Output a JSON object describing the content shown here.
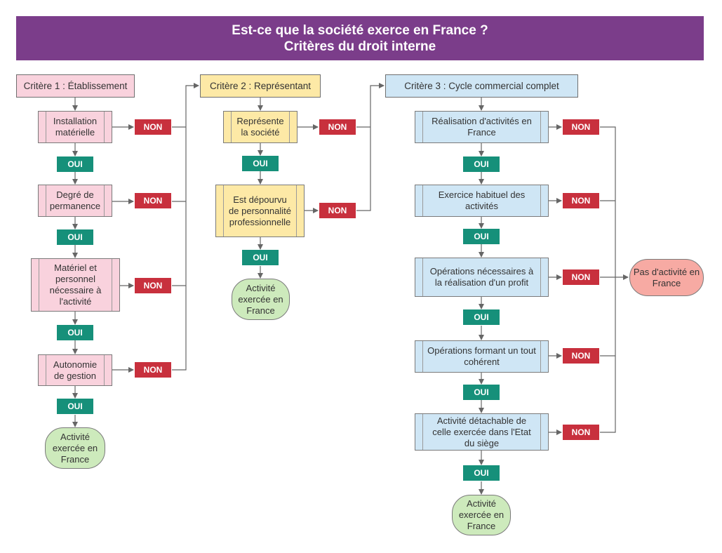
{
  "title": {
    "line1": "Est-ce que la société exerce en France ?",
    "line2": "Critères du droit interne"
  },
  "criteria": {
    "c1": {
      "header": "Critère 1 : Établissement",
      "steps": [
        "Installation matérielle",
        "Degré de permanence",
        "Matériel et personnel nécessaire à l'activité",
        "Autonomie de gestion"
      ],
      "result": "Activité exercée en France"
    },
    "c2": {
      "header": "Critère 2 : Représentant",
      "steps": [
        "Représente la société",
        "Est dépourvu de personnalité professionnelle"
      ],
      "result": "Activité exercée en France"
    },
    "c3": {
      "header": "Critère 3 : Cycle commercial complet",
      "steps": [
        "Réalisation d'activités en France",
        "Exercice habituel des activités",
        "Opérations nécessaires à la réalisation d'un profit",
        "Opérations formant un tout cohérent",
        "Activité détachable de celle exercée dans l'Etat du siège"
      ],
      "result": "Activité exercée en France"
    }
  },
  "labels": {
    "yes": "OUI",
    "no": "NON"
  },
  "negative_result": "Pas d'activité en France",
  "colors": {
    "title_bg": "#7b3d8a",
    "c1": "#f9d2dd",
    "c2": "#fde9a6",
    "c3": "#cfe6f5",
    "yes": "#16907a",
    "no": "#c8303d",
    "positive_end": "#cdeabc",
    "negative_end": "#f7aaa3"
  }
}
